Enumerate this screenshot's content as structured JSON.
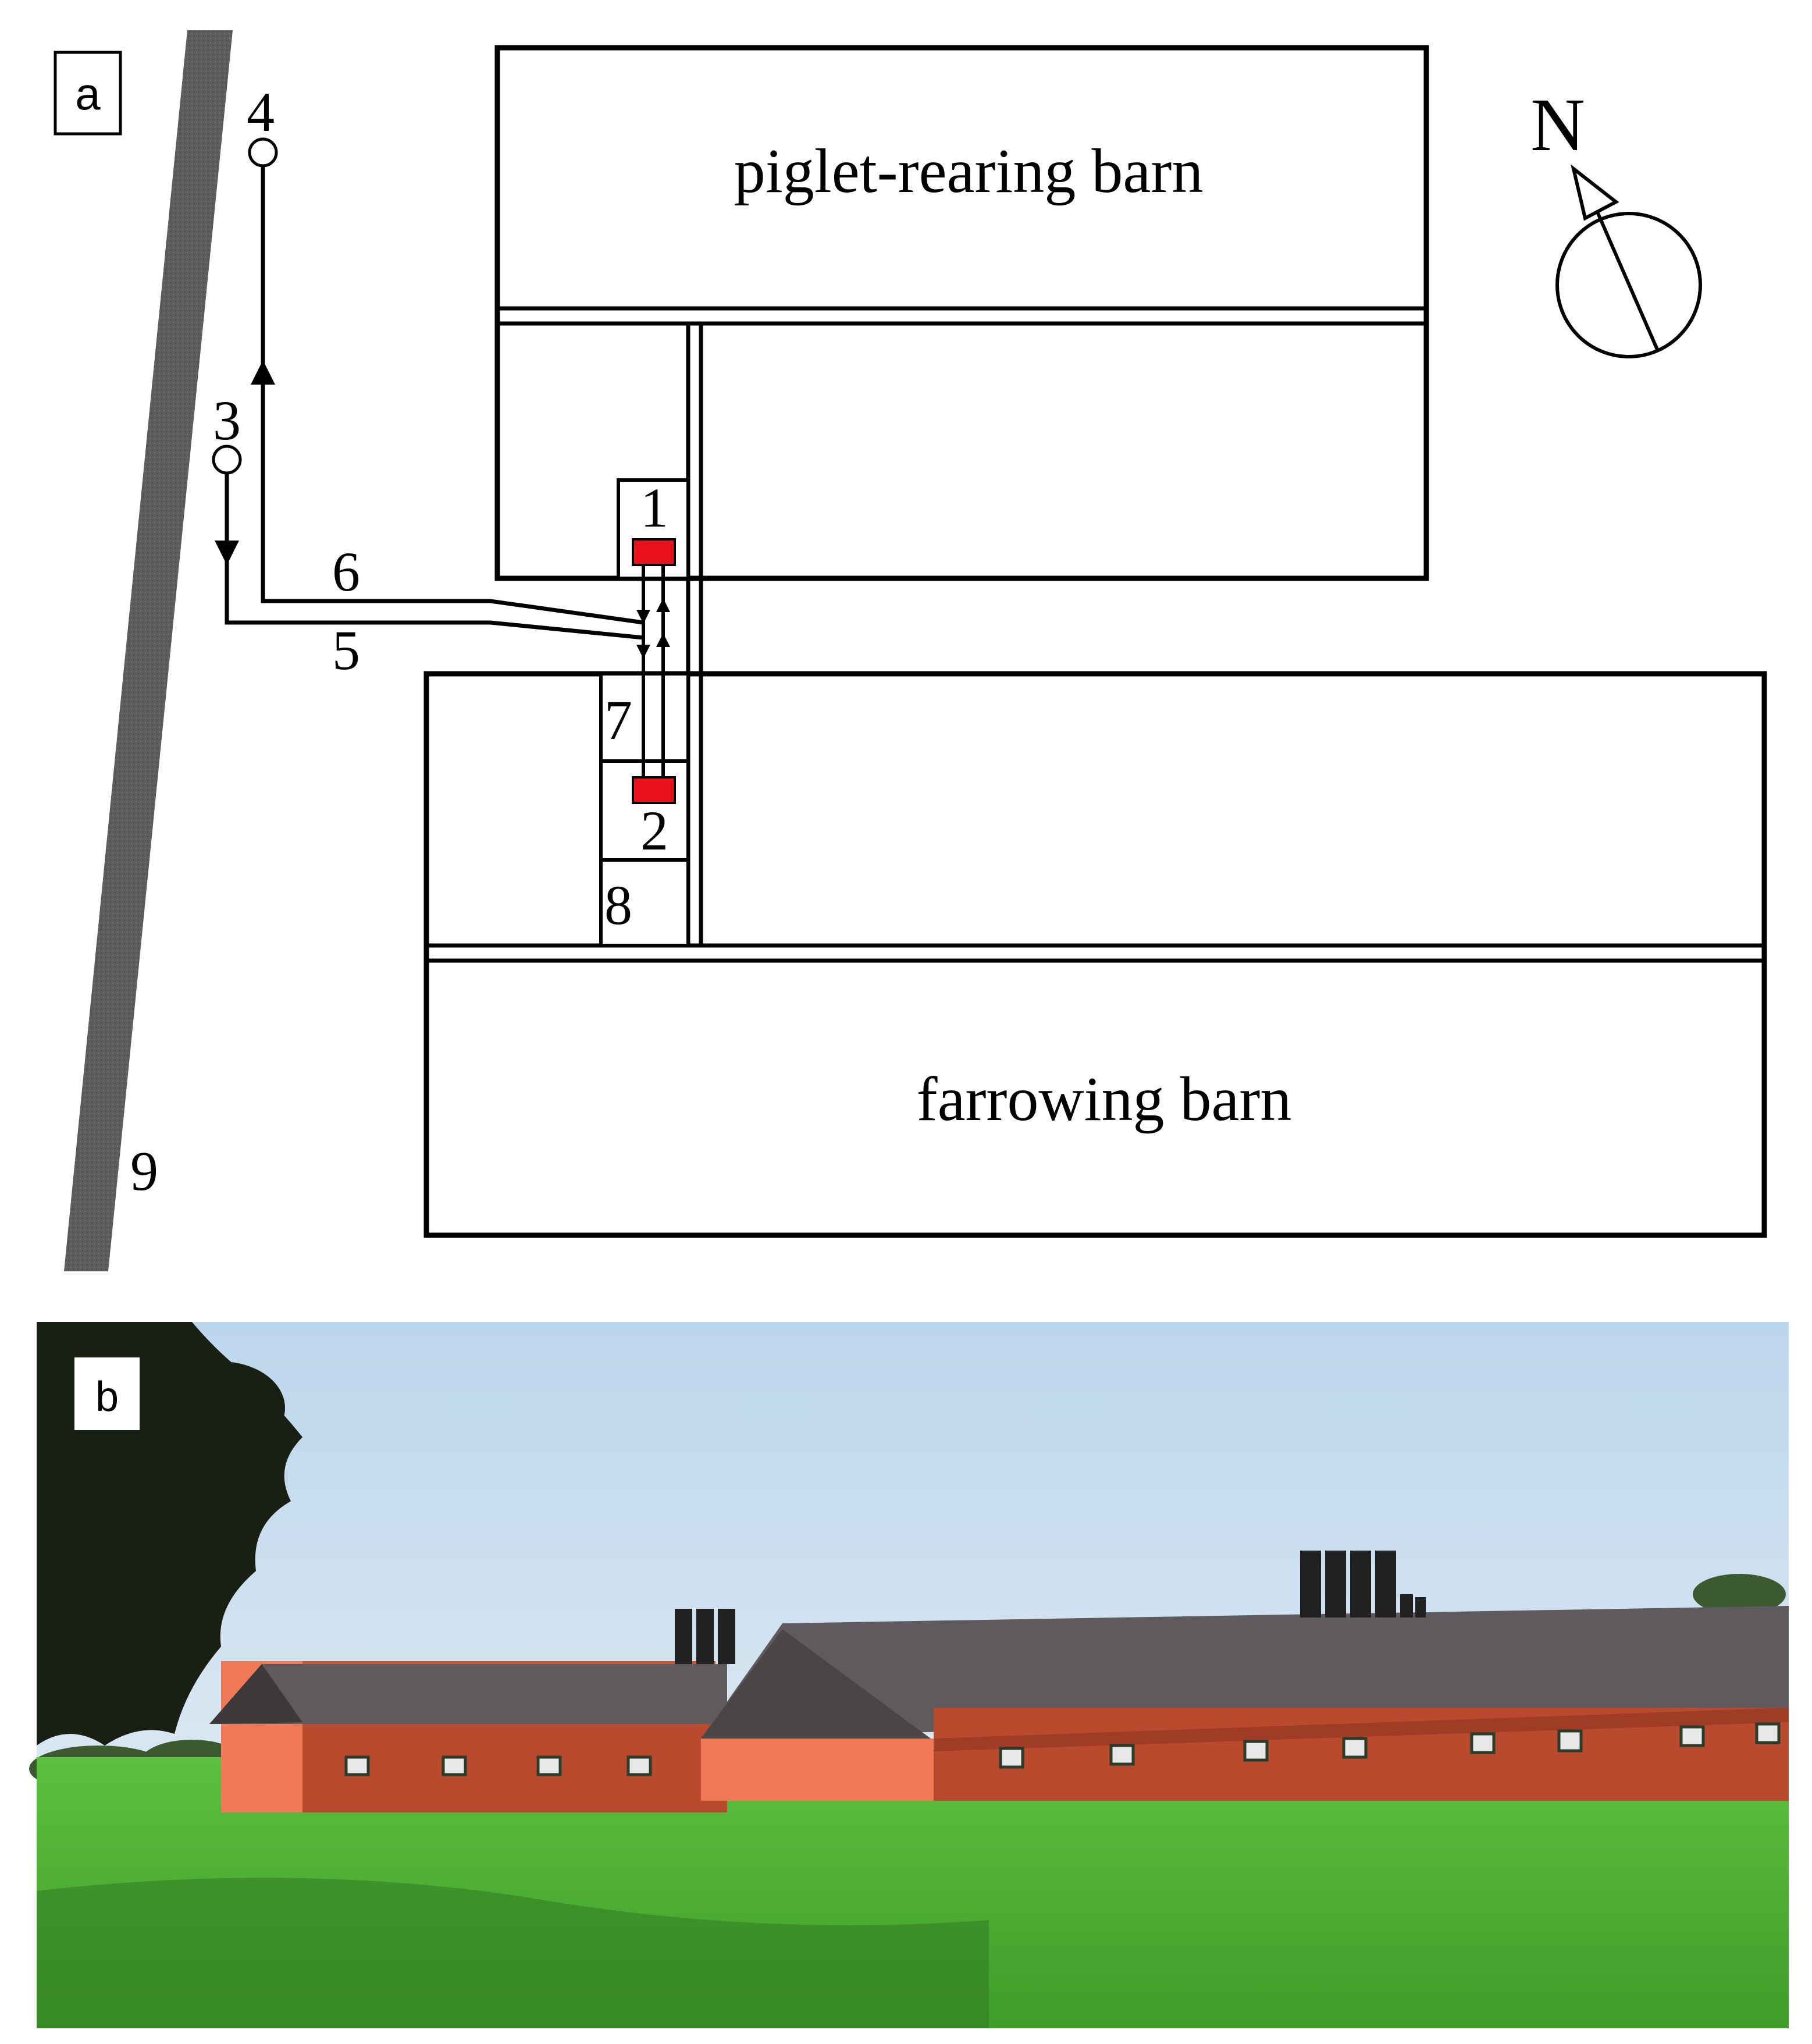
{
  "panel_a": {
    "label": "a",
    "buildings": {
      "north": "piglet-rearing barn",
      "south": "farrowing barn"
    },
    "compass": {
      "label": "N"
    },
    "markers": {
      "m1": "1",
      "m2": "2",
      "m3": "3",
      "m4": "4",
      "m5": "5",
      "m6": "6",
      "m7": "7",
      "m8": "8",
      "m9": "9"
    },
    "colors": {
      "sampler": "#e8101a",
      "road": "#5c5c5c",
      "line": "#000000"
    }
  },
  "panel_b": {
    "label": "b",
    "colors": {
      "sky": "#c9dff0",
      "grass": "#52b83a",
      "roof": "#5f5a5e",
      "brick": "#b84a30",
      "tree": "#1a1f14"
    }
  }
}
